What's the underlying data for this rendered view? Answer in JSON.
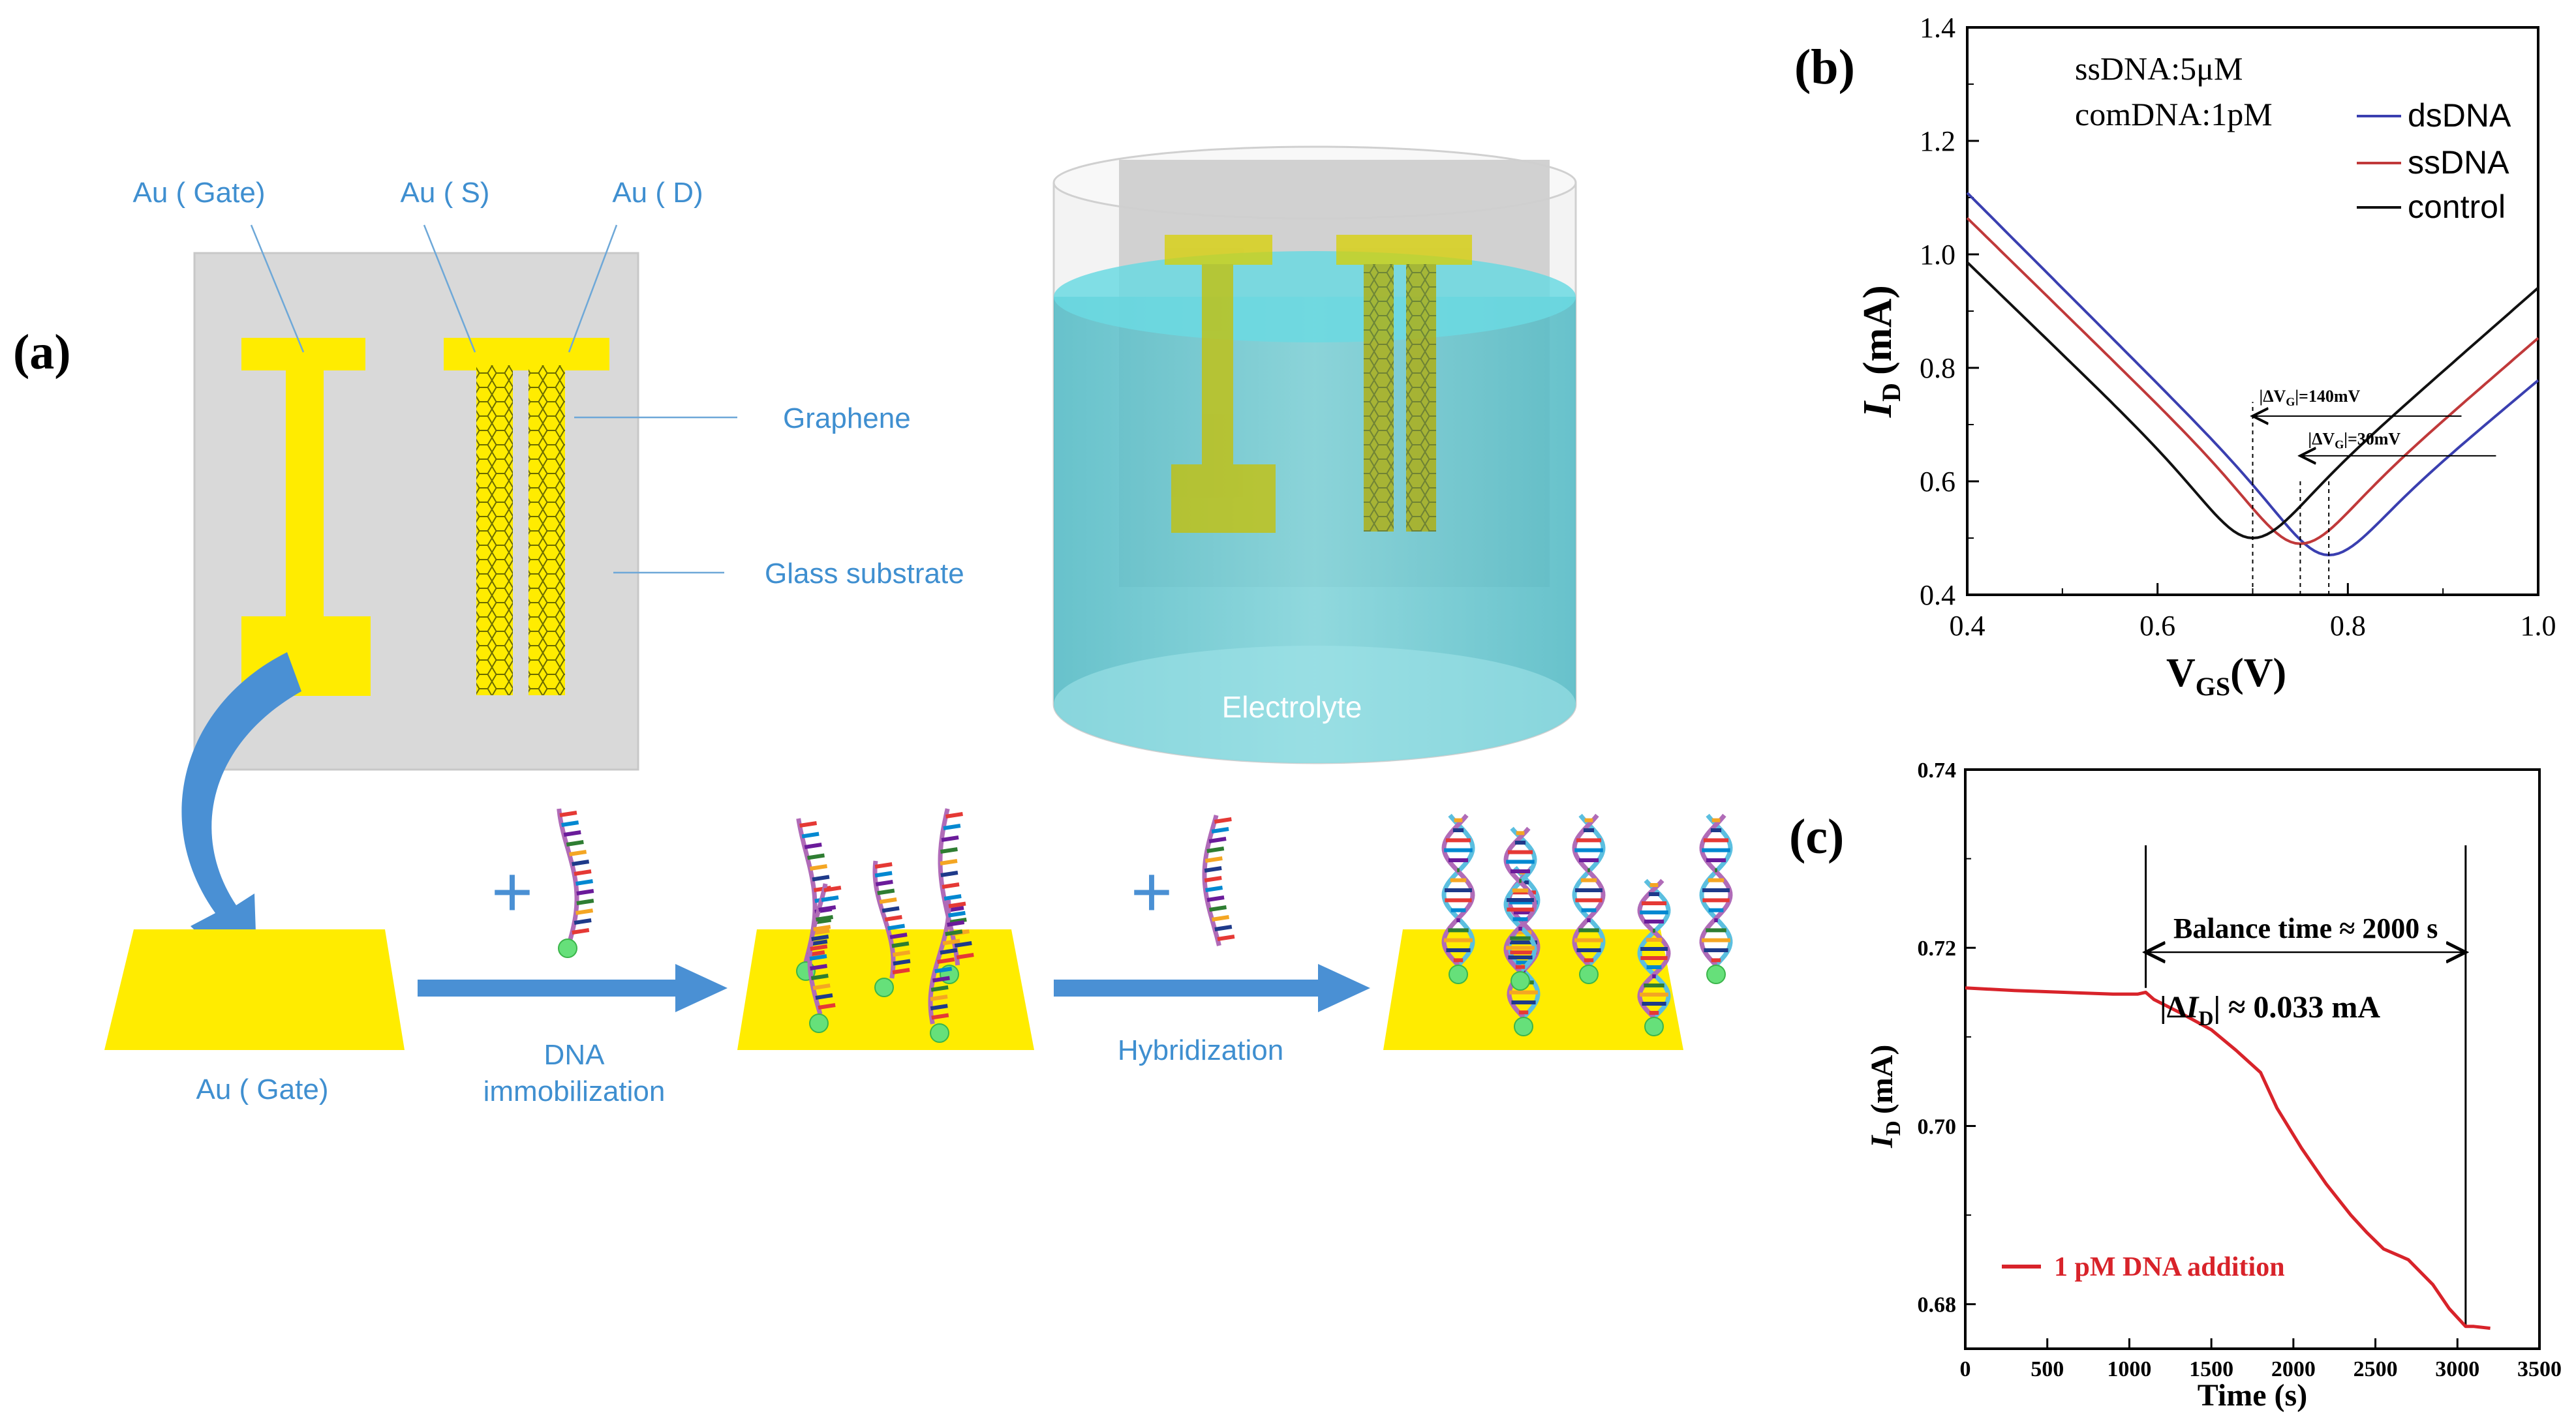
{
  "panels": {
    "a": {
      "label": "(a)",
      "device_labels": {
        "au_gate": "Au ( Gate)",
        "au_s": "Au ( S)",
        "au_d": "Au ( D)",
        "graphene": "Graphene",
        "glass": "Glass substrate",
        "electrolyte": "Electrolyte"
      },
      "process": {
        "gate_label": "Au ( Gate)",
        "step1_line1": "DNA",
        "step1_line2": "immobilization",
        "step2": "Hybridization",
        "plus": "+"
      }
    },
    "b": {
      "label": "(b)"
    },
    "c": {
      "label": "(c)"
    }
  },
  "colors": {
    "gold": "#ffec00",
    "arrow_blue": "#4a90d4",
    "label_blue": "#3f8fd0",
    "electrolyte": "#5ecad3",
    "dsDNA": "#3a3fb0",
    "ssDNA": "#c0393a",
    "control": "#111111",
    "time_trace": "#d8232a"
  },
  "chart_data": [
    {
      "id": "b",
      "type": "line",
      "xlabel_main": "V",
      "xlabel_sub": "GS",
      "xlabel_unit": "(V)",
      "ylabel_main": "I",
      "ylabel_sub": "D",
      "ylabel_unit": "(mA)",
      "xlim": [
        0.4,
        1.0
      ],
      "ylim": [
        0.4,
        1.4
      ],
      "xticks": [
        0.4,
        0.6,
        0.8,
        1.0
      ],
      "xtick_labels": [
        "0.4",
        "0.6",
        "0.8",
        "1.0"
      ],
      "yticks": [
        0.4,
        0.6,
        0.8,
        1.0,
        1.2,
        1.4
      ],
      "ytick_labels": [
        "0.4",
        "0.6",
        "0.8",
        "1.0",
        "1.2",
        "1.4"
      ],
      "annotations": [
        "ssDNA:5μM",
        "comDNA:1pM"
      ],
      "dv1": {
        "pre": "|ΔV",
        "sub": "G",
        "post": "|=140mV",
        "x0": 0.7,
        "x1": 0.78
      },
      "dv2": {
        "pre": "|ΔV",
        "sub": "G",
        "post": "|=30mV",
        "x0": 0.75,
        "x1": 0.78
      },
      "legend": "top-right",
      "series": [
        {
          "name": "dsDNA",
          "color": "#3a3fb0",
          "vmin": 0.78,
          "imin": 0.47,
          "ka": 1.68,
          "kb": 1.4
        },
        {
          "name": "ssDNA",
          "color": "#c0393a",
          "vmin": 0.75,
          "imin": 0.49,
          "ka": 1.64,
          "kb": 1.45
        },
        {
          "name": "control",
          "color": "#111111",
          "vmin": 0.7,
          "imin": 0.5,
          "ka": 1.62,
          "kb": 1.47
        }
      ]
    },
    {
      "id": "c",
      "type": "line",
      "xlabel": "Time (s)",
      "ylabel_main": "I",
      "ylabel_sub": "D",
      "ylabel_unit": "(mA)",
      "xlim": [
        0,
        3500
      ],
      "ylim": [
        0.675,
        0.74
      ],
      "xticks": [
        0,
        500,
        1000,
        1500,
        2000,
        2500,
        3000,
        3500
      ],
      "xtick_labels": [
        "0",
        "500",
        "1000",
        "1500",
        "2000",
        "2500",
        "3000",
        "3500"
      ],
      "yticks": [
        0.68,
        0.7,
        0.72,
        0.74
      ],
      "ytick_labels": [
        "0.68",
        "0.70",
        "0.72",
        "0.74"
      ],
      "balance_text": "Balance time ≈ 2000 s",
      "balance_from": 1100,
      "balance_to": 3050,
      "delta_pre": "|Δ",
      "delta_main": "I",
      "delta_sub": "D",
      "delta_post": "| ≈ 0.033 mA",
      "legend_text": "1 pM DNA addition",
      "series": [
        {
          "name": "1 pM DNA addition",
          "color": "#d8232a",
          "x": [
            0,
            300,
            600,
            900,
            1050,
            1100,
            1150,
            1300,
            1500,
            1650,
            1800,
            1900,
            2050,
            2200,
            2350,
            2450,
            2550,
            2700,
            2850,
            2950,
            3000,
            3050,
            3100,
            3200
          ],
          "y": [
            0.7155,
            0.7152,
            0.715,
            0.7148,
            0.7148,
            0.715,
            0.7142,
            0.7128,
            0.7108,
            0.7085,
            0.706,
            0.702,
            0.6975,
            0.6935,
            0.69,
            0.688,
            0.6862,
            0.685,
            0.6822,
            0.6795,
            0.6785,
            0.6775,
            0.6775,
            0.6773
          ]
        }
      ]
    }
  ]
}
